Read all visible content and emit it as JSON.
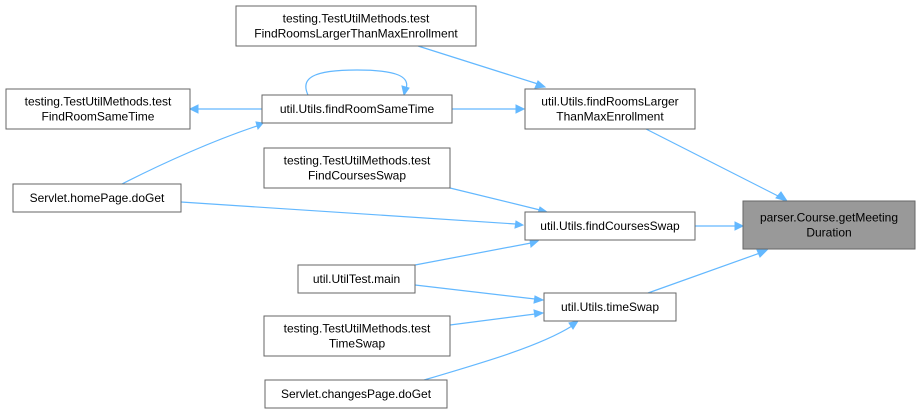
{
  "diagram": {
    "focus_node": "parser.Course.getMeetingDuration",
    "edge_color": "#63b8ff",
    "node_border_color": "#666666",
    "focus_fill": "#999999",
    "nodes": [
      {
        "id": "n_focus",
        "lines": [
          "parser.Course.getMeeting",
          "Duration"
        ]
      },
      {
        "id": "n_rooms_larger",
        "lines": [
          "util.Utils.findRoomsLarger",
          "ThanMaxEnrollment"
        ]
      },
      {
        "id": "n_courses_swap",
        "lines": [
          "util.Utils.findCoursesSwap"
        ]
      },
      {
        "id": "n_time_swap",
        "lines": [
          "util.Utils.timeSwap"
        ]
      },
      {
        "id": "n_test_rooms_larger",
        "lines": [
          "testing.TestUtilMethods.test",
          "FindRoomsLargerThanMaxEnrollment"
        ]
      },
      {
        "id": "n_room_same_time",
        "lines": [
          "util.Utils.findRoomSameTime"
        ]
      },
      {
        "id": "n_test_room_same_time",
        "lines": [
          "testing.TestUtilMethods.test",
          "FindRoomSameTime"
        ]
      },
      {
        "id": "n_home_doget",
        "lines": [
          "Servlet.homePage.doGet"
        ]
      },
      {
        "id": "n_test_courses_swap",
        "lines": [
          "testing.TestUtilMethods.test",
          "FindCoursesSwap"
        ]
      },
      {
        "id": "n_utiltest_main",
        "lines": [
          "util.UtilTest.main"
        ]
      },
      {
        "id": "n_test_time_swap",
        "lines": [
          "testing.TestUtilMethods.test",
          "TimeSwap"
        ]
      },
      {
        "id": "n_changes_doget",
        "lines": [
          "Servlet.changesPage.doGet"
        ]
      }
    ]
  }
}
